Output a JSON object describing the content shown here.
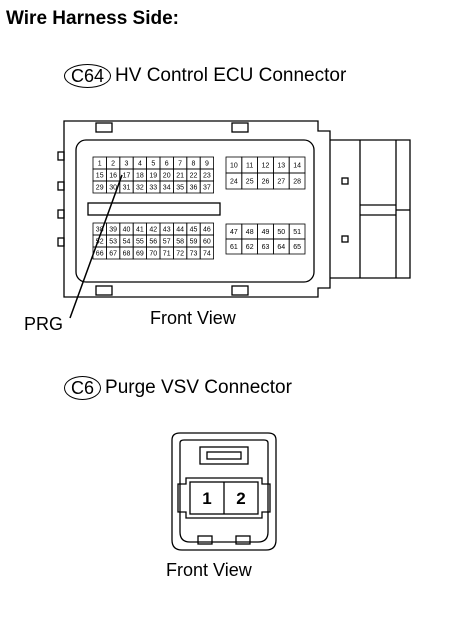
{
  "heading": "Wire Harness Side:",
  "connector_1": {
    "code": "C64",
    "name": "HV Control ECU Connector",
    "view_label": "Front View",
    "callout": "PRG",
    "pins_block_a": [
      [
        "1",
        "2",
        "3",
        "4",
        "5",
        "6",
        "7",
        "8",
        "9"
      ],
      [
        "15",
        "16",
        "17",
        "18",
        "19",
        "20",
        "21",
        "22",
        "23"
      ],
      [
        "29",
        "30",
        "31",
        "32",
        "33",
        "34",
        "35",
        "36",
        "37"
      ]
    ],
    "pins_block_b": [
      [
        "10",
        "11",
        "12",
        "13",
        "14"
      ],
      [
        "24",
        "25",
        "26",
        "27",
        "28"
      ]
    ],
    "pins_block_c": [
      [
        "38",
        "39",
        "40",
        "41",
        "42",
        "43",
        "44",
        "45",
        "46"
      ],
      [
        "52",
        "53",
        "54",
        "55",
        "56",
        "57",
        "58",
        "59",
        "60"
      ],
      [
        "66",
        "67",
        "68",
        "69",
        "70",
        "71",
        "72",
        "73",
        "74"
      ]
    ],
    "pins_block_d": [
      [
        "47",
        "48",
        "49",
        "50",
        "51"
      ],
      [
        "61",
        "62",
        "63",
        "64",
        "65"
      ]
    ]
  },
  "connector_2": {
    "code": "C6",
    "name": "Purge VSV Connector",
    "view_label": "Front View",
    "pins": [
      "1",
      "2"
    ]
  }
}
